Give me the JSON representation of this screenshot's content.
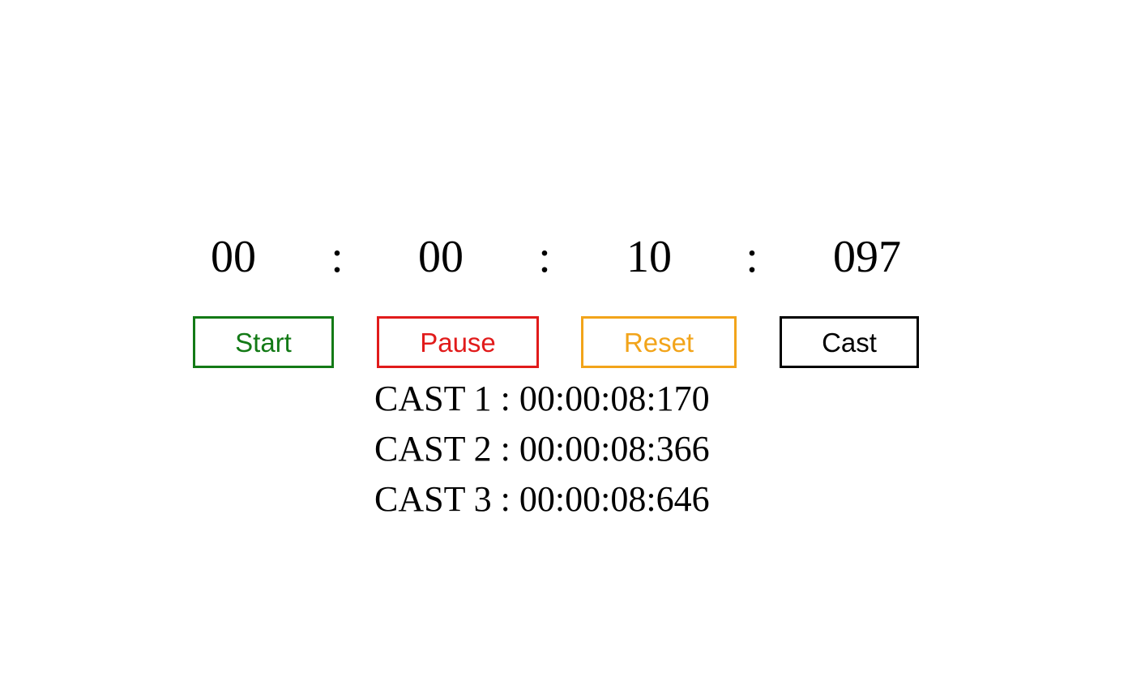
{
  "timer": {
    "hours": "00",
    "minutes": "00",
    "seconds": "10",
    "milliseconds": "097",
    "separator": ":"
  },
  "buttons": {
    "start": {
      "label": "Start",
      "color": "#137a16"
    },
    "pause": {
      "label": "Pause",
      "color": "#e11b1b"
    },
    "reset": {
      "label": "Reset",
      "color": "#f2a41a"
    },
    "cast": {
      "label": "Cast",
      "color": "#000000"
    }
  },
  "casts": [
    "CAST 1 : 00:00:08:170",
    "CAST 2 : 00:00:08:366",
    "CAST 3 : 00:00:08:646"
  ]
}
